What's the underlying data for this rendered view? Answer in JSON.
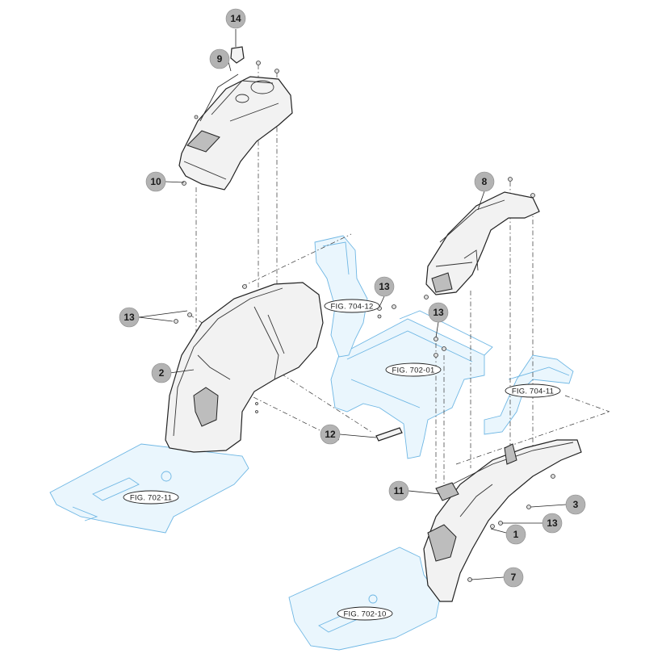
{
  "diagram": {
    "title": "Fender assembly exploded view",
    "callouts": [
      "14",
      "9",
      "10",
      "13",
      "2",
      "8",
      "13",
      "13",
      "12",
      "11",
      "3",
      "13",
      "1",
      "7"
    ],
    "figure_refs": [
      "FIG. 704-12",
      "FIG. 702-01",
      "FIG. 704-11",
      "FIG. 702-11",
      "FIG. 702-10"
    ]
  }
}
